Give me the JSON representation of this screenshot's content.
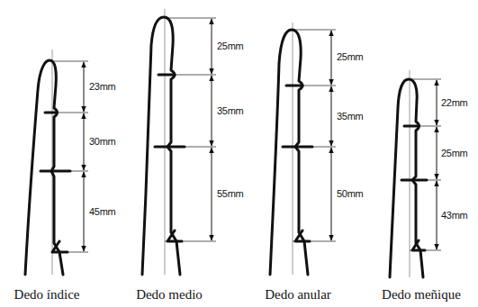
{
  "diagram": {
    "labels": [
      "23mm",
      "30mm",
      "45mm",
      "25mm",
      "35mm",
      "55mm",
      "25mm",
      "35mm",
      "50mm",
      "22mm",
      "25mm",
      "43mm",
      "Dedo índice",
      "Dedo medio",
      "Dedo anular",
      "Dedo meñique"
    ]
  }
}
